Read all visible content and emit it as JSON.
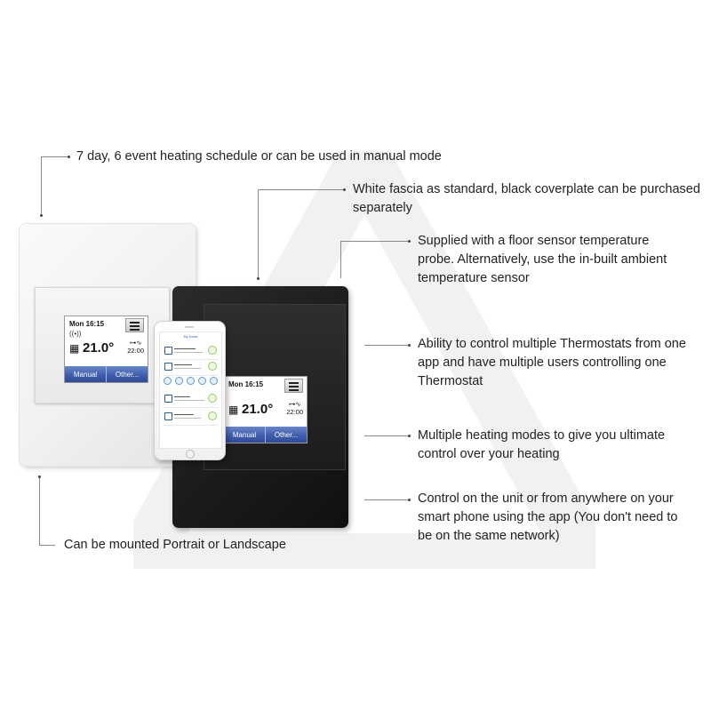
{
  "callouts": {
    "schedule": "7 day, 6 event heating schedule or can be used in manual mode",
    "fascia": {
      "line1": "White fascia as standard, black coverplate can be purchased",
      "line2": "separately"
    },
    "sensor": {
      "line1": "Supplied with a floor sensor temperature",
      "line2": "probe. Alternatively, use the in-built ambient",
      "line3": "temperature sensor"
    },
    "multi": {
      "line1": "Ability to control multiple Thermostats from one",
      "line2": "app and have multiple users controlling one",
      "line3": "Thermostat"
    },
    "modes": {
      "line1": "Multiple heating modes to give you ultimate",
      "line2": "control over your heating"
    },
    "control": {
      "line1": "Control on the unit or from anywhere on your",
      "line2": "smart phone using the app (You don't need to",
      "line3": "be on the same network)"
    },
    "mounting": "Can be mounted Portrait or Landscape"
  },
  "thermostat_white": {
    "time": "Mon 16:15",
    "temperature": "21.0°",
    "schedule_time": "22:00",
    "button_left": "Manual",
    "button_right": "Other..."
  },
  "thermostat_black": {
    "time": "Mon 16:15",
    "temperature": "21.0°",
    "schedule_time": "22:00",
    "button_left": "Manual",
    "button_right": "Other..."
  },
  "phone_app": {
    "title": "My Zones"
  },
  "colors": {
    "lcd_button_bar": "#3d5bab",
    "white_fascia": "#f3f3f3",
    "black_fascia": "#1b1b1b",
    "app_accent": "#2a5aa0"
  },
  "icons": [
    "menu-icon",
    "wifi-icon",
    "calendar-icon",
    "schedule-icon"
  ]
}
